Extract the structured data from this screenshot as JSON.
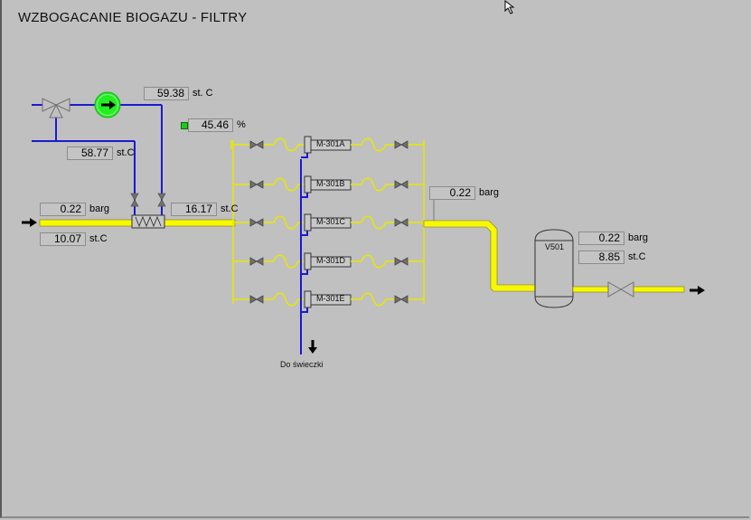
{
  "header": {
    "title": "WZBOGACANIE BIOGAZU - FILTRY"
  },
  "colors": {
    "gas_pipe": "#f8f800",
    "water_pipe": "#1a1ad0",
    "pump_running": "#22ee22",
    "background": "#c0c0c0",
    "valve": "#707070"
  },
  "readings": {
    "water_supply_temp": {
      "value": "59.38",
      "unit": "st. C"
    },
    "water_return_temp": {
      "value": "58.77",
      "unit": "st.C"
    },
    "valve_opening": {
      "value": "45.46",
      "unit": "%"
    },
    "inlet_pressure": {
      "value": "0.22",
      "unit": "barg"
    },
    "inlet_temp": {
      "value": "10.07",
      "unit": "st.C"
    },
    "heater_outlet_temp": {
      "value": "16.17",
      "unit": "st.C"
    },
    "filter_outlet_pressure": {
      "value": "0.22",
      "unit": "barg"
    },
    "vessel_pressure": {
      "value": "0.22",
      "unit": "barg"
    },
    "vessel_temp": {
      "value": "8.85",
      "unit": "st.C"
    }
  },
  "filters": [
    {
      "label": "M-301A"
    },
    {
      "label": "M-301B"
    },
    {
      "label": "M-301C"
    },
    {
      "label": "M-301D"
    },
    {
      "label": "M-301E"
    }
  ],
  "vessel": {
    "label": "V501"
  },
  "drain": {
    "label": "Do świeczki"
  },
  "pump": {
    "state": "running",
    "icon": "arrow-right-icon"
  }
}
